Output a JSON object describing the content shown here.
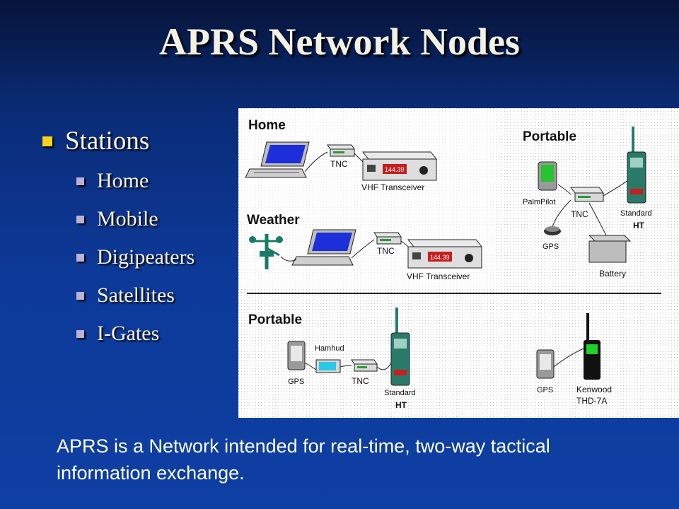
{
  "slide": {
    "title": "APRS Network Nodes",
    "bullet": "Stations",
    "sub_bullets": [
      "Home",
      "Mobile",
      "Digipeaters",
      "Satellites",
      "I-Gates"
    ],
    "caption": "APRS is a Network intended for real-time, two-way tactical information exchange."
  },
  "diagram": {
    "home_label": "Home",
    "weather_label": "Weather",
    "portable_label": "Portable",
    "portable2_label": "Portable",
    "tnc": "TNC",
    "vhf_transceiver": "VHF Transceiver",
    "freq": "144.39",
    "palmpilot": "PalmPilot",
    "gps": "GPS",
    "battery": "Battery",
    "standard": "Standard",
    "ht": "HT",
    "hamhud": "Hamhud",
    "kenwood": "Kenwood",
    "thd7a": "THD-7A"
  },
  "colors": {
    "bullet_primary": "#f7d21a",
    "bullet_secondary": "#b9b2d8",
    "background": "#0d3a99"
  }
}
